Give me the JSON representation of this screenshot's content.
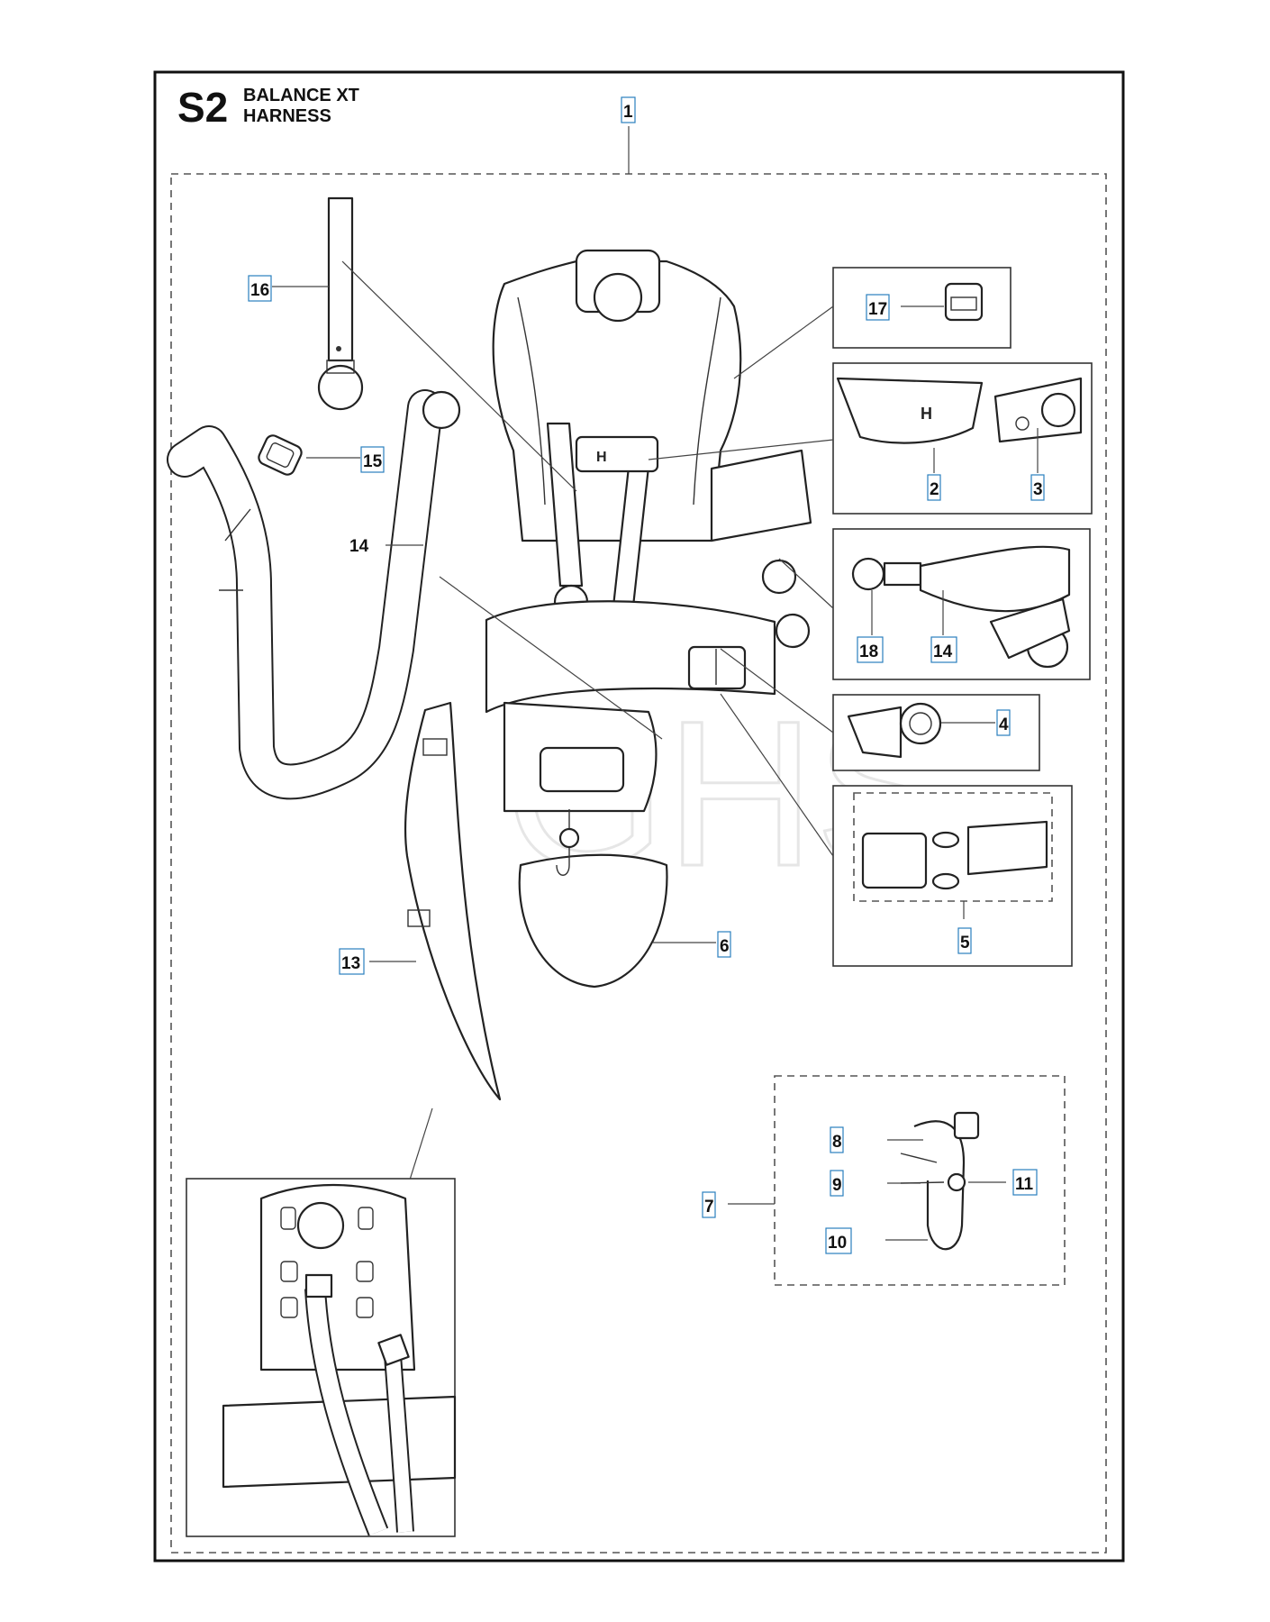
{
  "header": {
    "section_code": "S2",
    "title_line1": "BALANCE XT",
    "title_line2": "HARNESS"
  },
  "watermark": "GHS",
  "callouts": {
    "c1": "1",
    "c2": "2",
    "c3": "3",
    "c4": "4",
    "c5": "5",
    "c6": "6",
    "c7": "7",
    "c8": "8",
    "c9": "9",
    "c10": "10",
    "c11": "11",
    "c13": "13",
    "c14_box": "14",
    "c14_hose": "14",
    "c15": "15",
    "c16": "16",
    "c17": "17",
    "c18": "18"
  },
  "colors": {
    "callout_border": "#2a7fbf",
    "line": "#222222"
  }
}
